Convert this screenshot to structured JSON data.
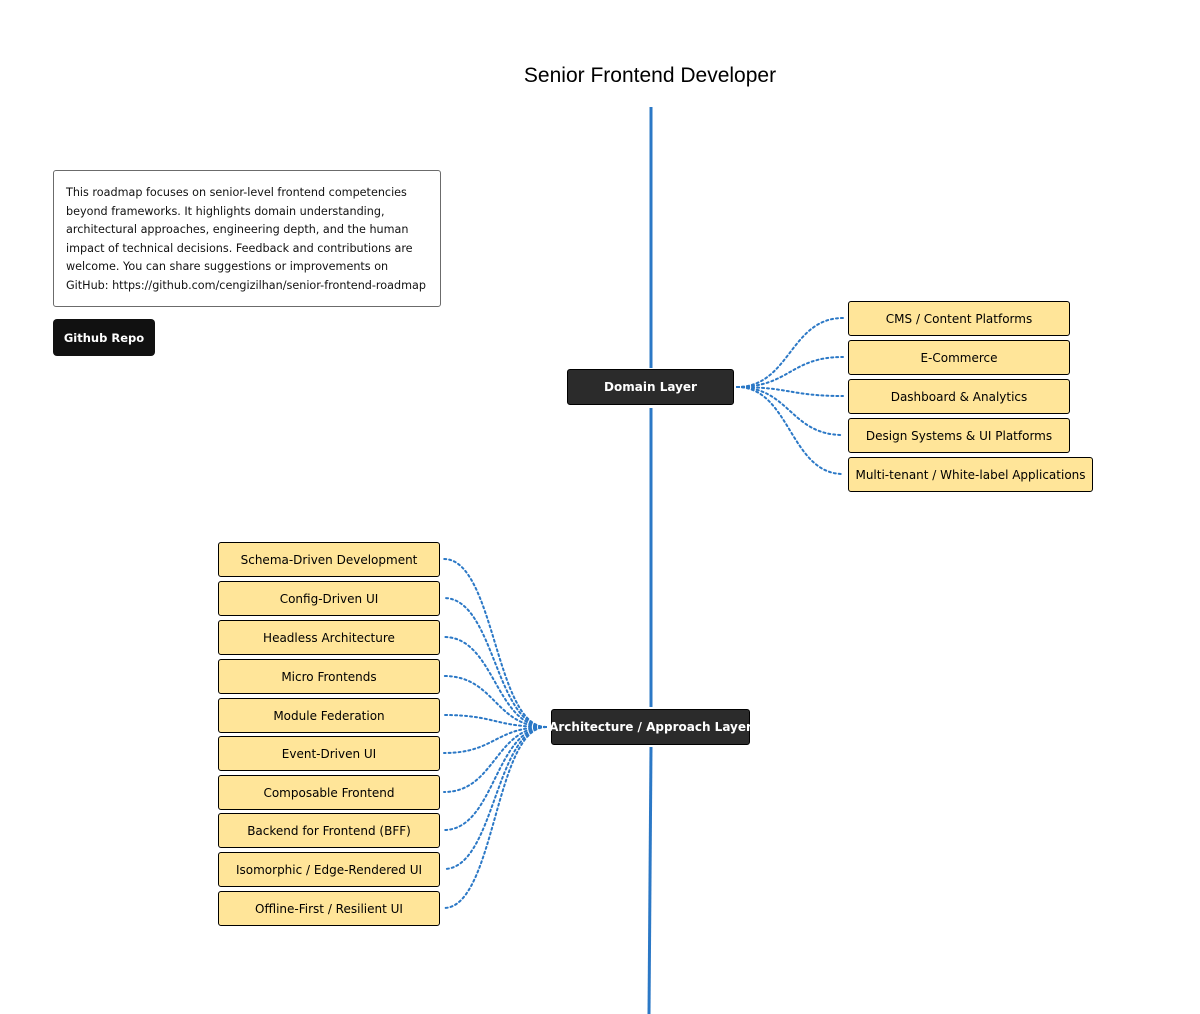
{
  "title": "Senior Frontend Developer",
  "intro": "This roadmap focuses on senior-level frontend competencies beyond frameworks. It highlights domain understanding, architectural approaches, engineering depth, and the human impact of technical decisions. Feedback and contributions are welcome. You can share suggestions or improvements on GitHub: https://github.com/cengizilhan/senior-frontend-roadmap",
  "github_button": "Github Repo",
  "colors": {
    "spine": "#2b78c6",
    "connector": "#2b78c6",
    "layer_bg": "#2b2b2b",
    "topic_bg": "#ffe599",
    "button_bg": "#111111"
  },
  "layers": [
    {
      "label": "Domain Layer",
      "topics": [
        "CMS / Content Platforms",
        "E-Commerce",
        "Dashboard & Analytics",
        "Design Systems & UI Platforms",
        "Multi-tenant / White-label Applications"
      ]
    },
    {
      "label": "Architecture / Approach Layer",
      "topics": [
        "Schema-Driven Development",
        "Config-Driven UI",
        "Headless Architecture",
        "Micro Frontends",
        "Module Federation",
        "Event-Driven UI",
        "Composable Frontend",
        "Backend for Frontend (BFF)",
        "Isomorphic / Edge-Rendered UI",
        "Offline-First / Resilient UI"
      ]
    }
  ]
}
